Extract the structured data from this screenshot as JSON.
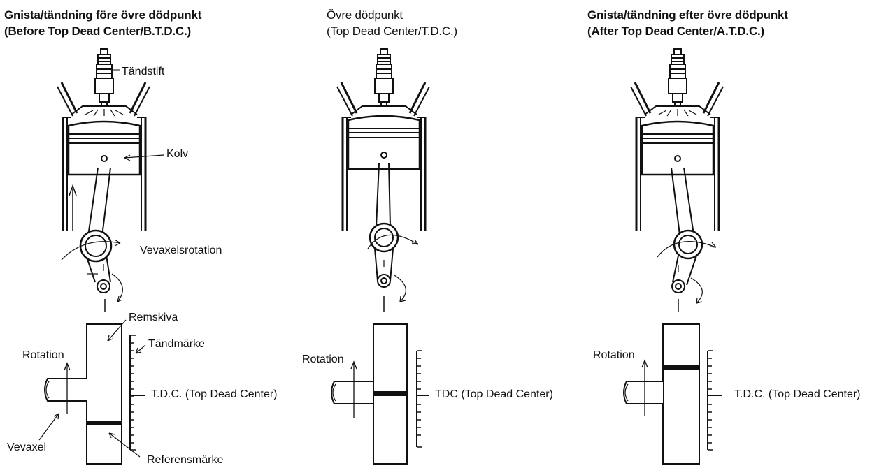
{
  "panels": [
    {
      "title_line1": "Gnista/tändning före övre dödpunkt",
      "title_line2": "(Before Top Dead Center/B.T.D.C.)",
      "labels": {
        "spark_plug": "Tändstift",
        "piston": "Kolv",
        "crank_rotation": "Vevaxelsrotation",
        "pulley": "Remskiva",
        "timing_mark": "Tändmärke",
        "rotation": "Rotation",
        "tdc": "T.D.C. (Top Dead Center)",
        "crankshaft": "Vevaxel",
        "reference_mark": "Referensmärke"
      }
    },
    {
      "title_line1": "Övre dödpunkt",
      "title_line2": "(Top Dead Center/T.D.C.)",
      "labels": {
        "rotation": "Rotation",
        "tdc": "TDC (Top Dead Center)"
      }
    },
    {
      "title_line1": "Gnista/tändning efter övre dödpunkt",
      "title_line2": "(After Top Dead Center/A.T.D.C.)",
      "labels": {
        "rotation": "Rotation",
        "tdc": "T.D.C. (Top Dead Center)"
      }
    }
  ]
}
